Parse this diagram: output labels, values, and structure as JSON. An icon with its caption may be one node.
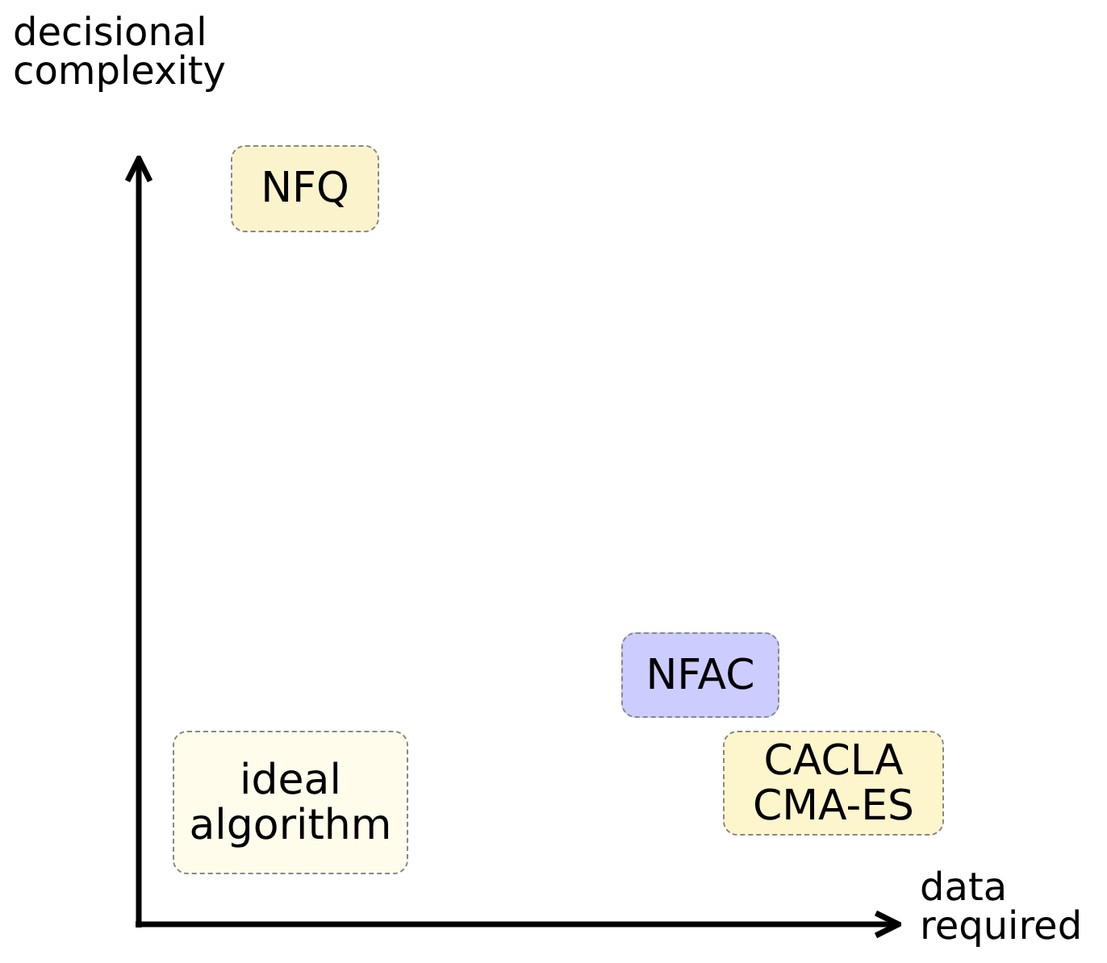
{
  "diagram": {
    "nodes": [
      {
        "text": [
          "NFQ"
        ]
      },
      {
        "text": [
          "NFAC"
        ]
      },
      {
        "text": [
          "CACLA CMA-ES"
        ]
      },
      {
        "text": [
          "ideal algorithm"
        ]
      }
    ],
    "labels": [
      "decisional complexity",
      "data required"
    ]
  }
}
